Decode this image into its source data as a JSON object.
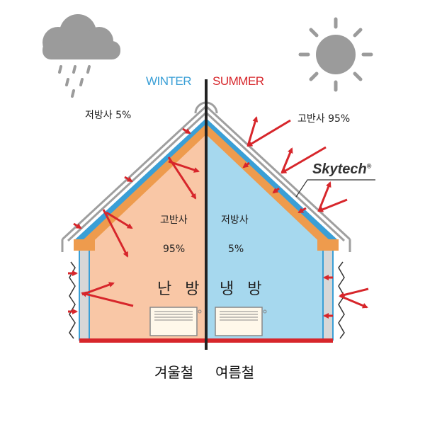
{
  "labels": {
    "winter": "WINTER",
    "summer": "SUMMER",
    "left_top_note": "저방사 5%",
    "right_top_note": "고반사 95%",
    "brand": "Skytech",
    "brand_mark": "®",
    "inner_left_title": "고반사",
    "inner_left_value": "95%",
    "inner_right_title": "저방사",
    "inner_right_value": "5%",
    "heating": "난 방",
    "cooling": "냉 방",
    "bottom_left": "겨울철",
    "bottom_right": "여름철"
  },
  "icons": [
    "rain-cloud-icon",
    "sun-icon",
    "radiator-icon"
  ],
  "colors": {
    "winter_fill": "#f9c7a6",
    "summer_fill": "#a6d8ee",
    "insulation": "#ee9b4d",
    "wall_blue": "#3a9fd6",
    "arrow_red": "#d7262b",
    "roof_gray": "#b8b8b8",
    "cloud_gray": "#9b9b9b",
    "floor_red": "#d7262b"
  }
}
